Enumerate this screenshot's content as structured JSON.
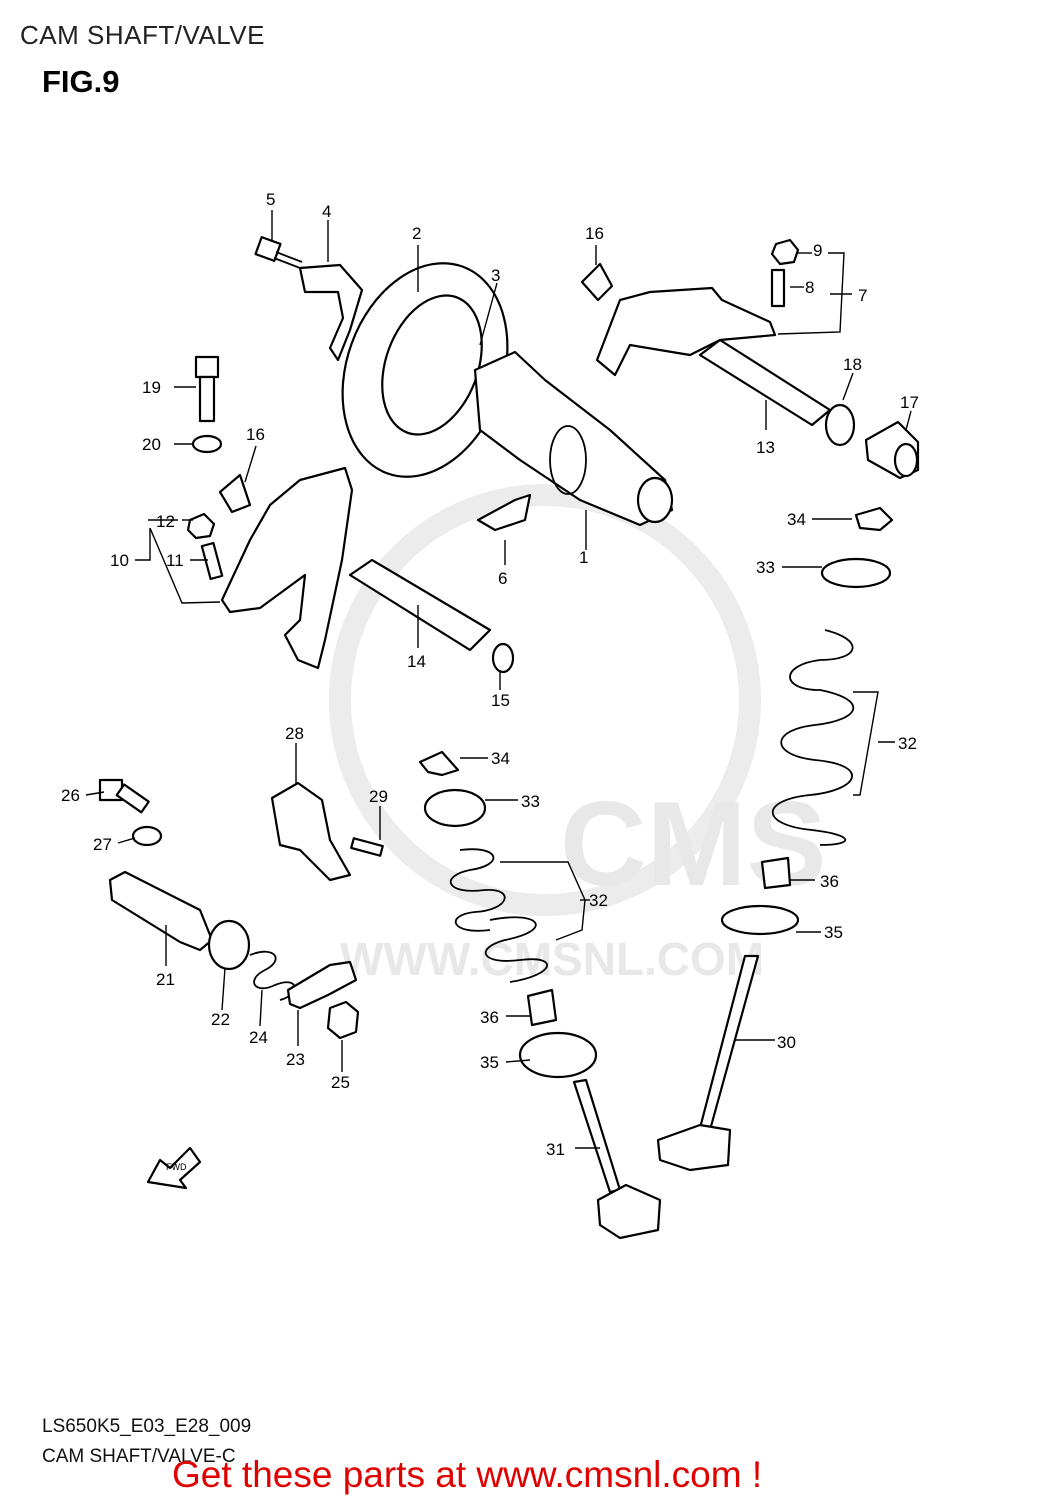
{
  "header": {
    "title": "CAM SHAFT/VALVE",
    "figure": "FIG.9"
  },
  "watermark": {
    "logo_text": "CMS",
    "url_text": "WWW.CMSNL.COM"
  },
  "fwd_label": "FWD",
  "callouts": [
    "1",
    "2",
    "3",
    "4",
    "5",
    "6",
    "7",
    "8",
    "9",
    "10",
    "11",
    "12",
    "13",
    "14",
    "15",
    "16",
    "16",
    "17",
    "18",
    "19",
    "20",
    "21",
    "22",
    "23",
    "24",
    "25",
    "26",
    "27",
    "28",
    "29",
    "30",
    "31",
    "32",
    "32",
    "33",
    "33",
    "34",
    "34",
    "35",
    "35",
    "36",
    "36"
  ],
  "footer": {
    "code": "LS650K5_E03_E28_009",
    "name": "CAM SHAFT/VALVE-C",
    "cta": "Get these parts at www.cmsnl.com !"
  },
  "colors": {
    "cta": "#e00000",
    "watermark": "#e8e8e8"
  }
}
